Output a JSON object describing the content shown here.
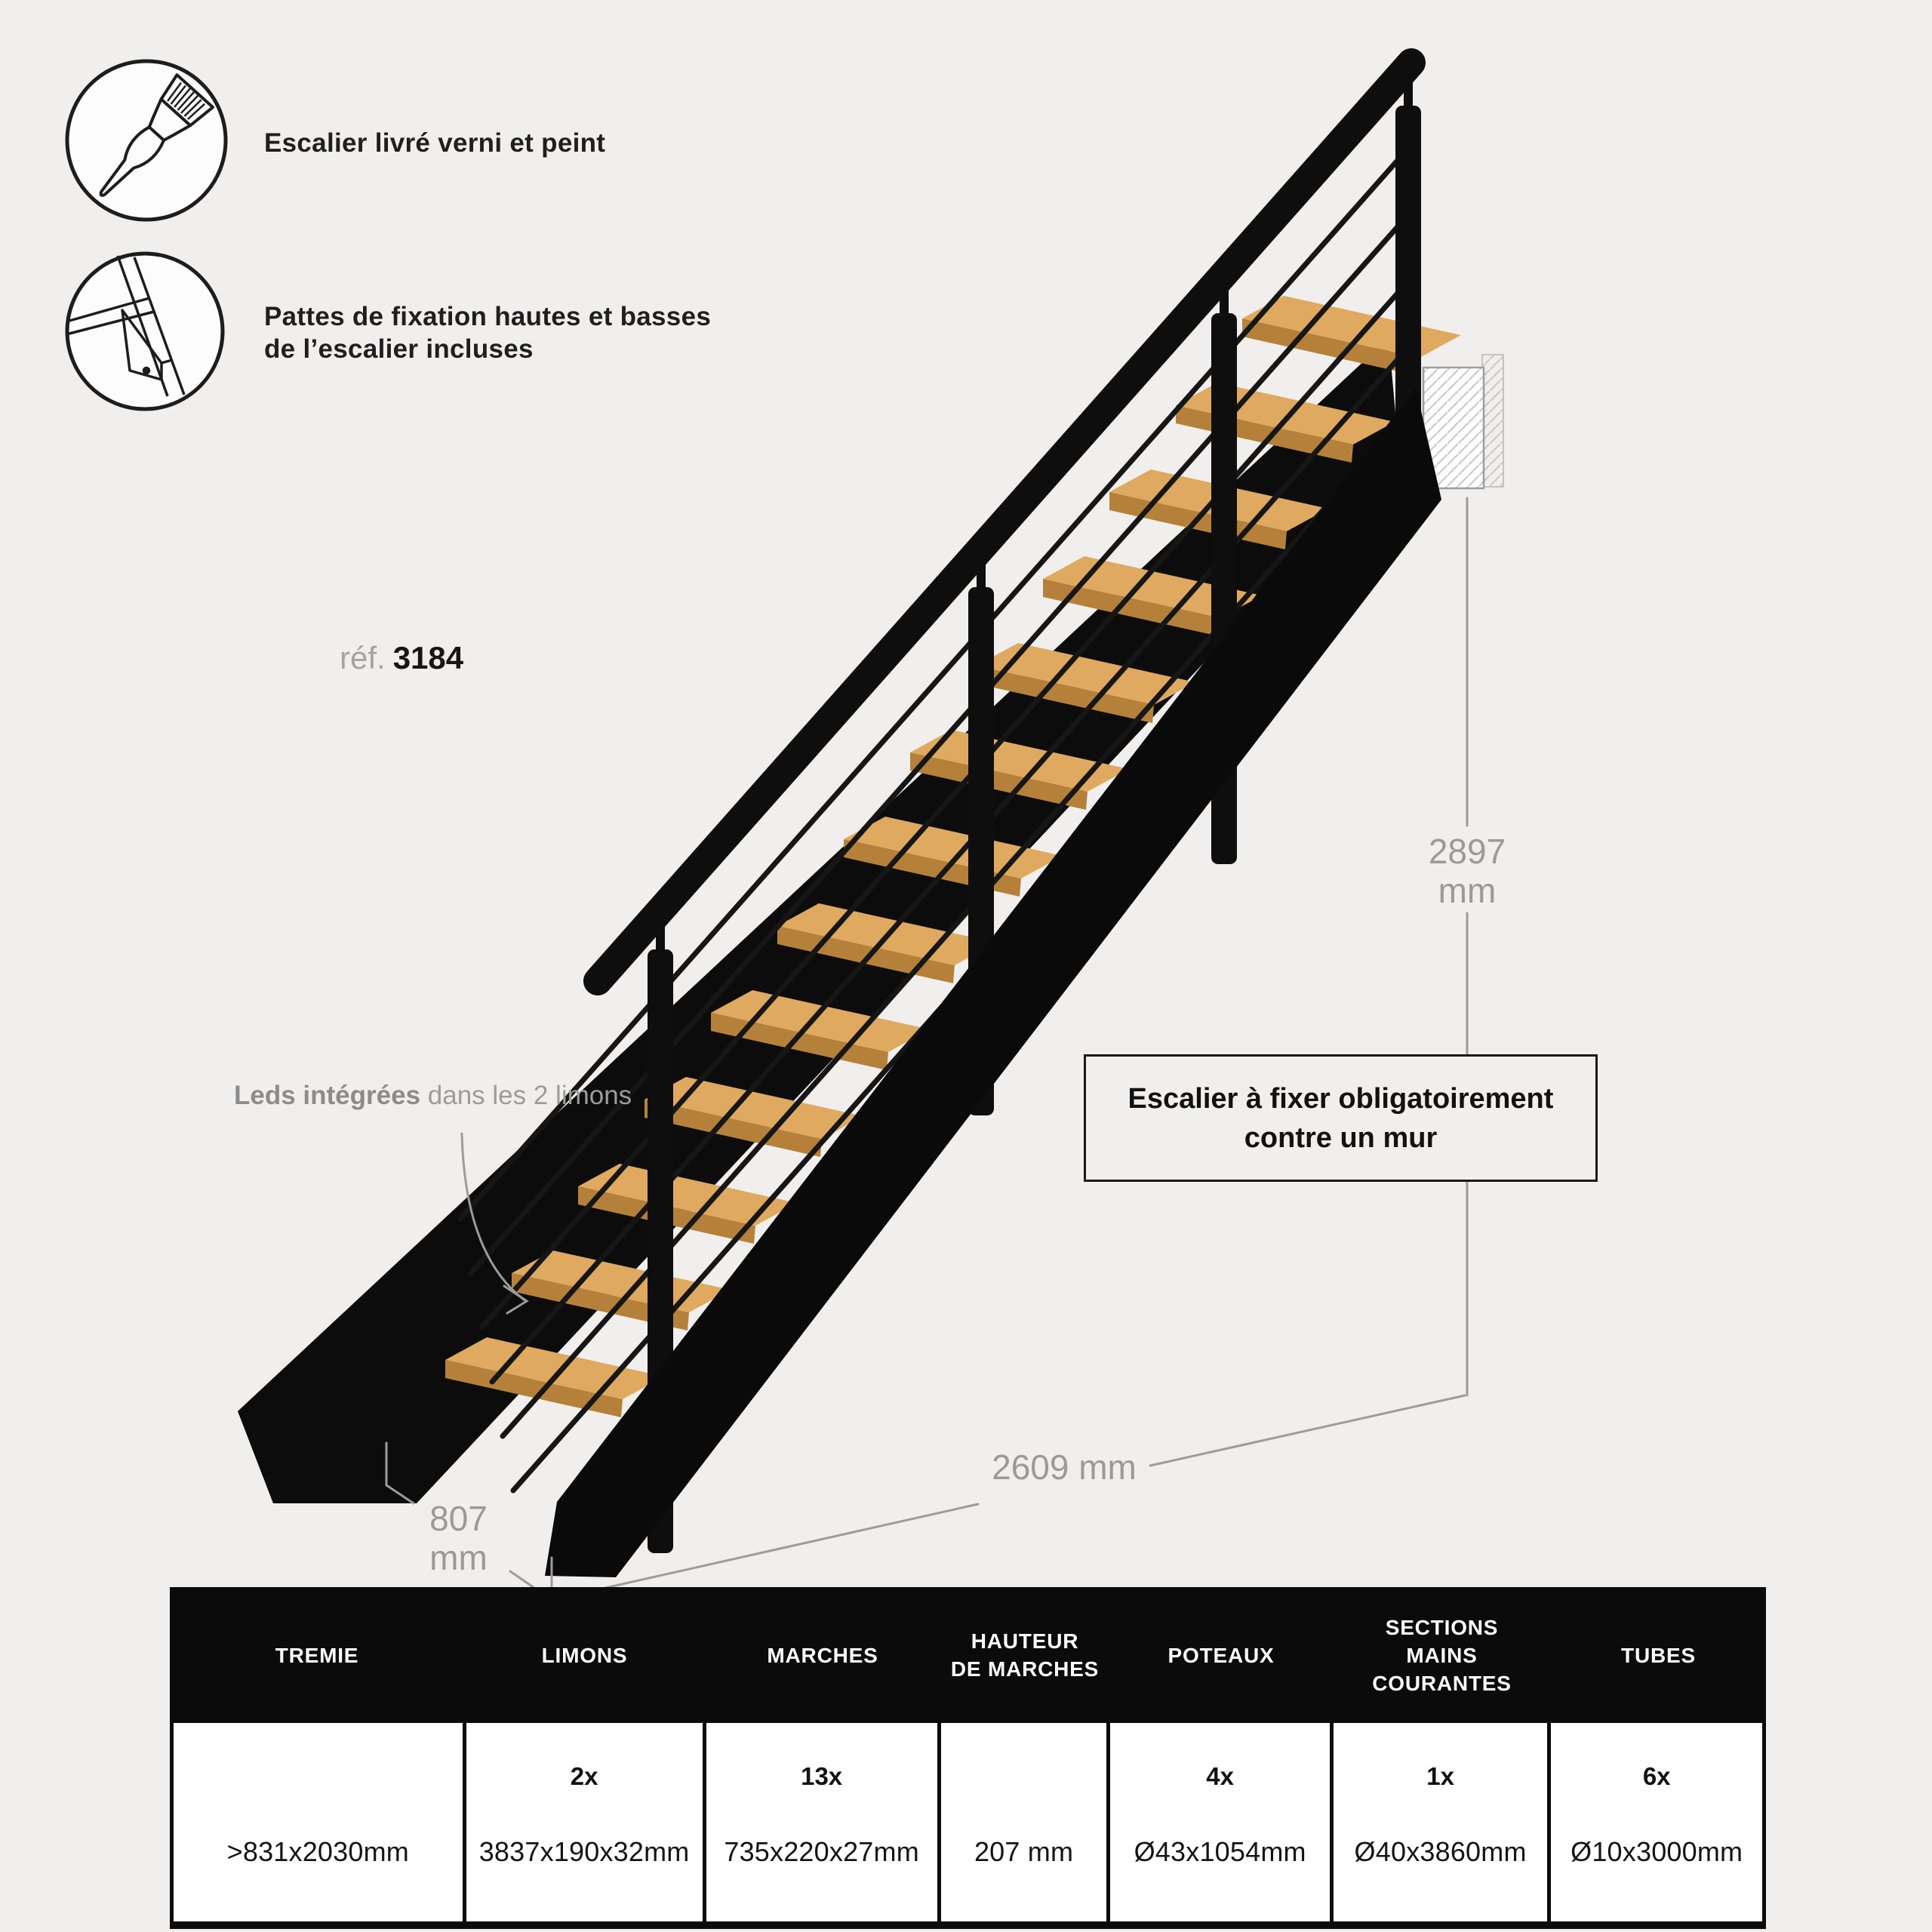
{
  "colors": {
    "background": "#f0efee",
    "ink": "#161616",
    "wood_tread": "#dfa95f",
    "wood_tread_edge": "#b5813a",
    "dimension_gray": "#9a9a9a",
    "table_header_bg": "#0b0b0b",
    "table_header_text": "#ffffff"
  },
  "features": [
    {
      "icon": "paint-brush-icon",
      "label": "Escalier livré verni et peint"
    },
    {
      "icon": "fixation-bracket-icon",
      "lines": [
        "Pattes de fixation hautes et basses",
        "de l’escalier incluses"
      ]
    }
  ],
  "reference": {
    "prefix": "réf.",
    "value": "3184"
  },
  "annotations": {
    "leds": {
      "bold": "Leds intégrées",
      "rest": " dans les 2 limons"
    },
    "wall_note": [
      "Escalier à fixer obligatoirement",
      "contre un mur"
    ]
  },
  "dimensions": {
    "height": {
      "value": "2897",
      "unit": "mm"
    },
    "length": {
      "value": "2609 mm"
    },
    "width": {
      "value": "807",
      "unit": "mm"
    }
  },
  "staircase": {
    "treads_count": 13,
    "posts_count": 4,
    "cables_count": 6,
    "wall_block": "hatched-wall-fixing-zone"
  },
  "spec_table": {
    "columns": [
      {
        "h": [
          "TREMIE"
        ],
        "qty": "",
        "val": ">831x2030mm"
      },
      {
        "h": [
          "LIMONS"
        ],
        "qty": "2x",
        "val": "3837x190x32mm"
      },
      {
        "h": [
          "MARCHES"
        ],
        "qty": "13x",
        "val": "735x220x27mm"
      },
      {
        "h": [
          "HAUTEUR",
          "DE MARCHES"
        ],
        "qty": "",
        "val": "207 mm"
      },
      {
        "h": [
          "POTEAUX"
        ],
        "qty": "4x",
        "val": "Ø43x1054mm"
      },
      {
        "h": [
          "SECTIONS",
          "MAINS",
          "COURANTES"
        ],
        "qty": "1x",
        "val": "Ø40x3860mm"
      },
      {
        "h": [
          "TUBES"
        ],
        "qty": "6x",
        "val": "Ø10x3000mm"
      }
    ]
  }
}
